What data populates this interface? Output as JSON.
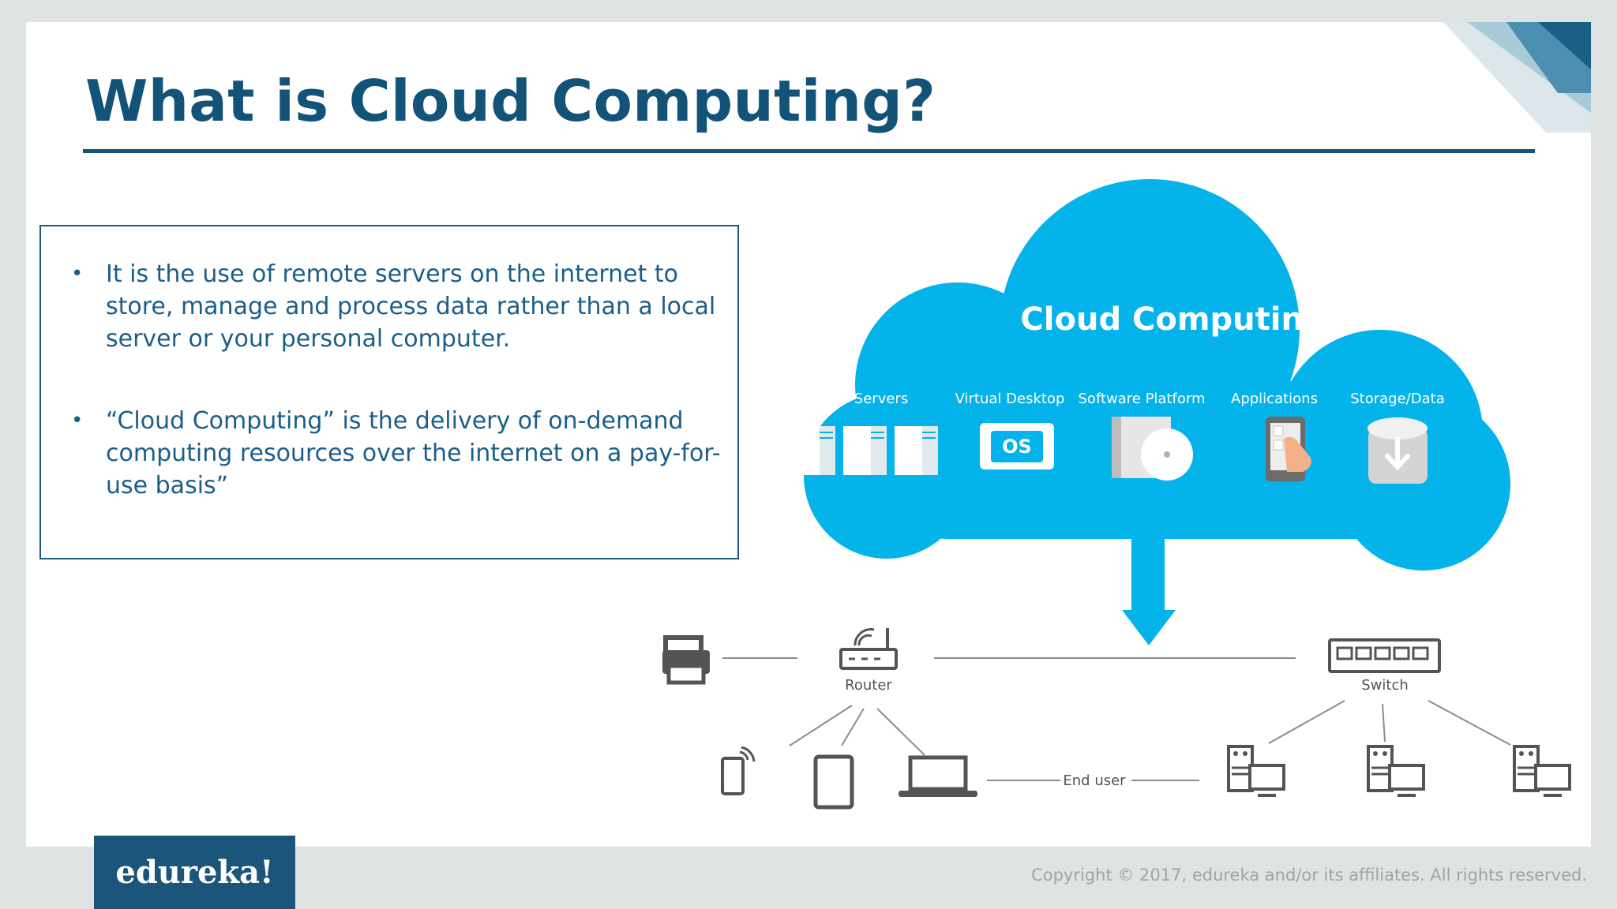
{
  "slide": {
    "title": "What is Cloud Computing?",
    "bullets": [
      "It is the use of remote servers on the internet to store, manage and process data rather than a local server or your personal computer.",
      "“Cloud Computing” is the delivery of on-demand computing resources over the internet on a pay-for-use basis”"
    ]
  },
  "cloud": {
    "title": "Cloud Computing",
    "services": [
      "Servers",
      "Virtual Desktop",
      "Software Platform",
      "Applications",
      "Storage/Data"
    ],
    "os_label": "OS"
  },
  "network": {
    "router_label": "Router",
    "switch_label": "Switch",
    "end_user_label": "End user"
  },
  "footer": {
    "logo": "edureka!",
    "copyright": "Copyright © 2017, edureka and/or its affiliates. All rights reserved."
  },
  "colors": {
    "title": "#135377",
    "cloud": "#03b3ea",
    "icons": "#545454",
    "logo_bg": "#1b557a"
  }
}
